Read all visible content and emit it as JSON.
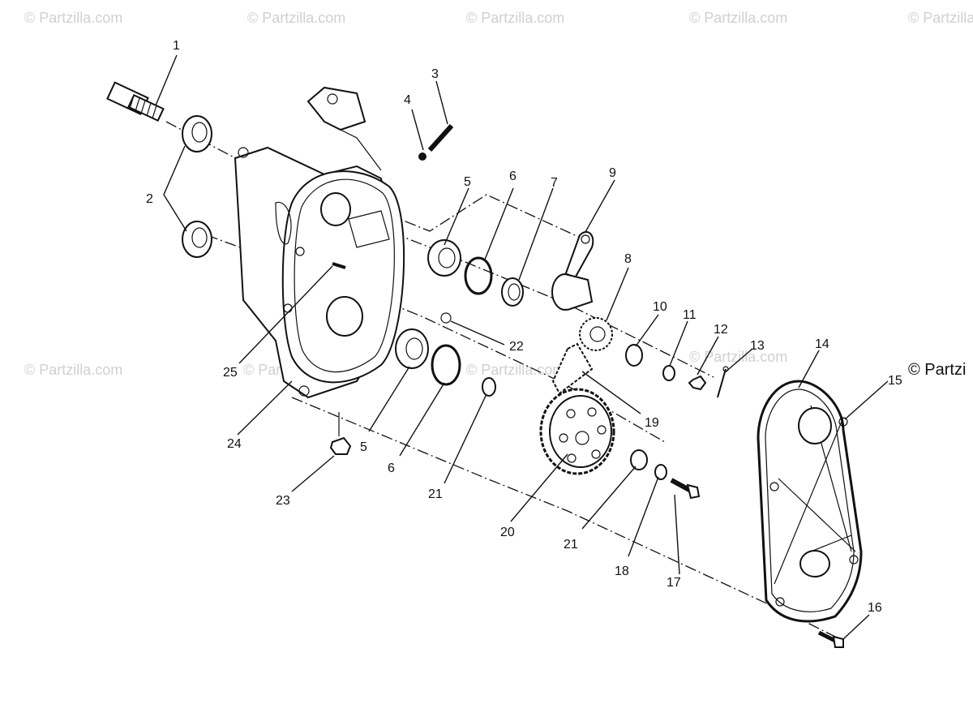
{
  "watermark": "© Partzilla.com",
  "side_text": "© Partzi",
  "callouts": [
    "1",
    "2",
    "3",
    "4",
    "5",
    "6",
    "7",
    "8",
    "9",
    "10",
    "11",
    "12",
    "13",
    "14",
    "15",
    "16",
    "17",
    "18",
    "19",
    "20",
    "21",
    "22",
    "23",
    "24",
    "25",
    "5",
    "6",
    "21"
  ]
}
